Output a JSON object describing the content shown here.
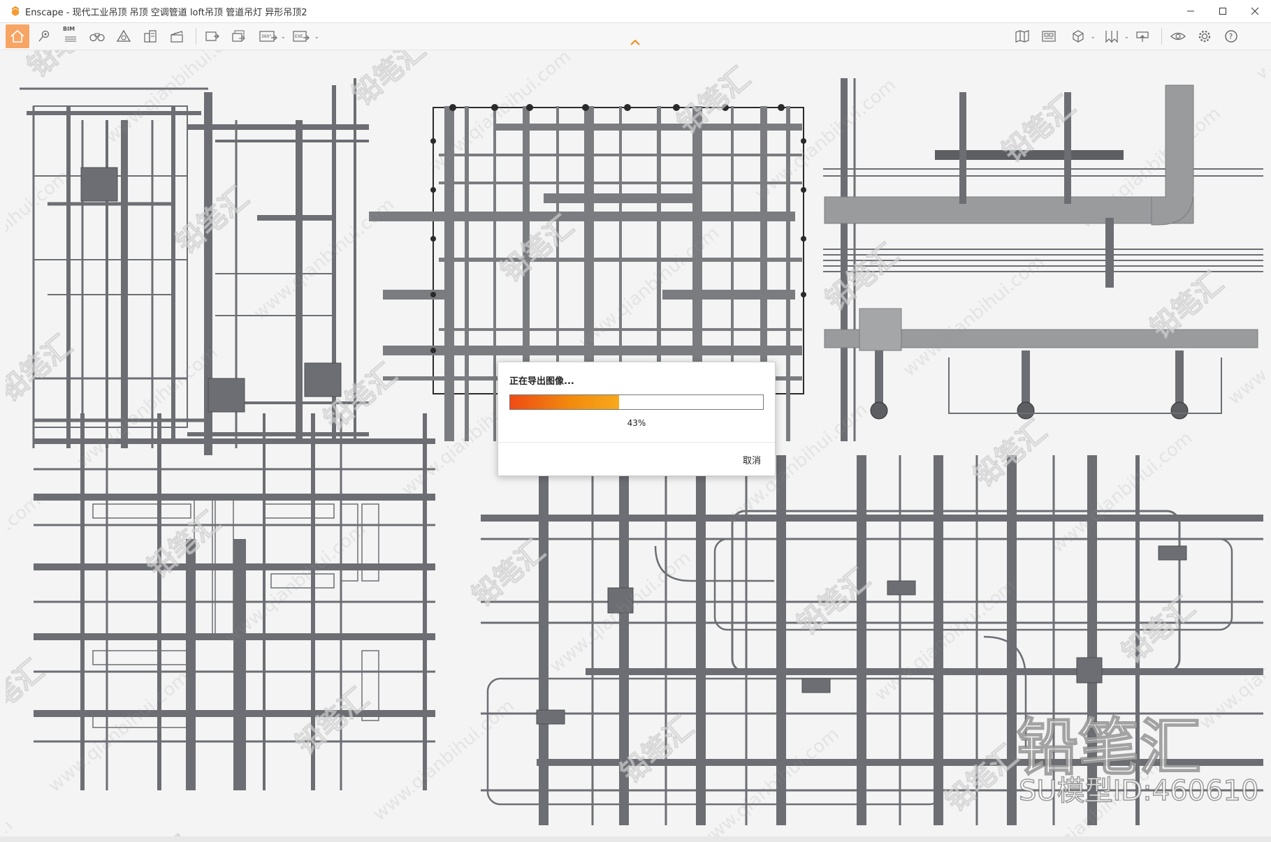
{
  "window": {
    "title": "Enscape - 现代工业吊顶 吊顶 空调管道 loft吊顶 管道吊灯 异形吊顶2",
    "minimize_icon": "minimize-icon",
    "maximize_icon": "maximize-icon",
    "close_icon": "close-icon"
  },
  "toolbar": {
    "bim_label": "BIM",
    "left_icons": [
      "home-icon",
      "location-pin-icon",
      "bim-list-icon",
      "binoculars-icon",
      "perspective-icon",
      "buildings-icon",
      "clapperboard-icon"
    ],
    "export_icons": [
      "screenshot-export-icon",
      "batch-export-icon",
      "panorama-360-icon",
      "exe-export-icon"
    ],
    "panorama_label": "360°",
    "exe_label": "EXE",
    "right_icons": [
      "map-icon",
      "asset-library-icon",
      "cube-icon",
      "bookmark-icon",
      "upload-icon",
      "eye-icon",
      "settings-gear-icon",
      "help-icon"
    ]
  },
  "export_dialog": {
    "title": "正在导出图像...",
    "progress": 0.43,
    "progress_text": "43%",
    "cancel_label": "取消"
  },
  "watermark": {
    "brand": "铅笔汇",
    "model_id": "SU模型ID:460610",
    "site": "www.qianbihui.com"
  },
  "colors": {
    "accent": "#f28a0e",
    "progress_start": "#ef4b14",
    "pipe": "#6c6e73",
    "duct": "#9a9b9d"
  }
}
